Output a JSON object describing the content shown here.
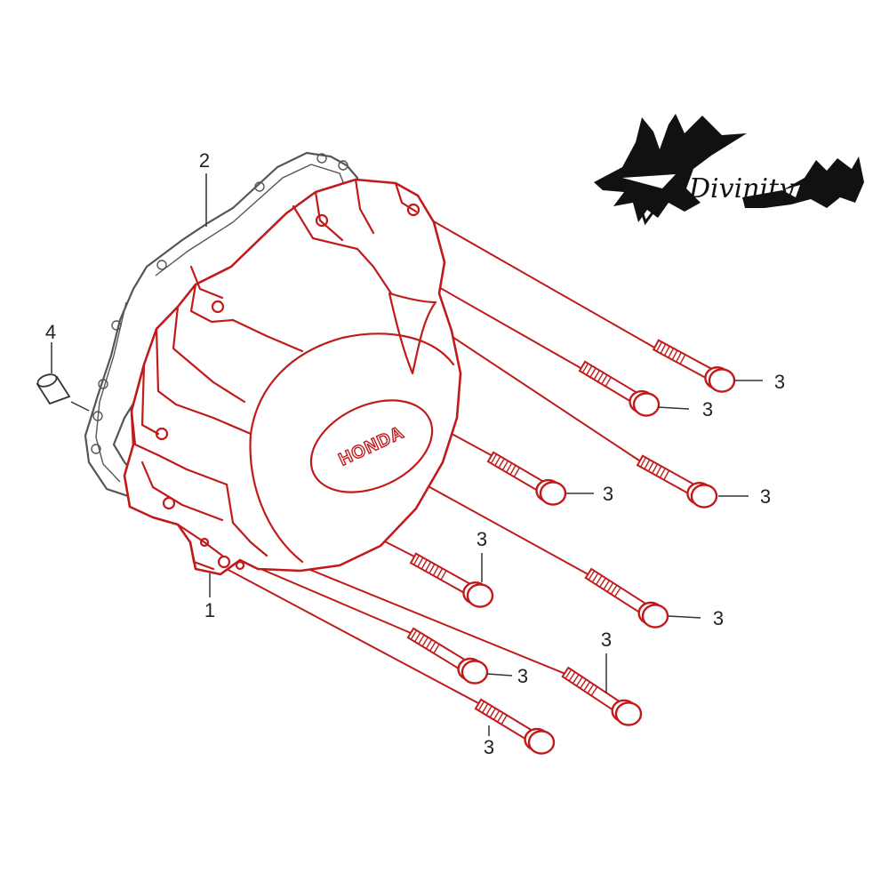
{
  "diagram": {
    "part_labels": {
      "cover": "1",
      "gasket": "2",
      "bolt": "3",
      "dowel": "4"
    },
    "cover_emblem": "HONDA",
    "logo": {
      "text": "Divinity",
      "icon": "dragon-logo-icon"
    },
    "colors": {
      "cover": "#c11a1a",
      "gasket": "#555555",
      "labels": "#222222"
    }
  }
}
